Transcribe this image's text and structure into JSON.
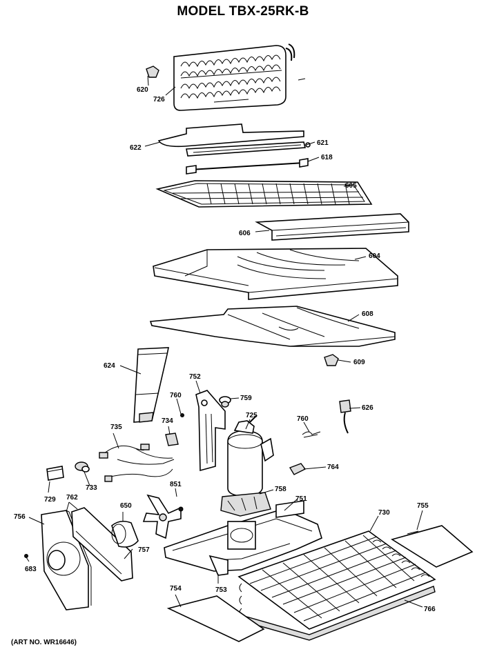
{
  "title": "MODEL TBX-25RK-B",
  "art_number": "(ART NO. WR16646)",
  "callouts": [
    {
      "id": "620",
      "label": "620"
    },
    {
      "id": "726",
      "label": "726"
    },
    {
      "id": "622",
      "label": "622"
    },
    {
      "id": "621",
      "label": "621"
    },
    {
      "id": "618",
      "label": "618"
    },
    {
      "id": "605",
      "label": "605"
    },
    {
      "id": "606",
      "label": "606"
    },
    {
      "id": "604",
      "label": "604"
    },
    {
      "id": "608",
      "label": "608"
    },
    {
      "id": "609",
      "label": "609"
    },
    {
      "id": "624",
      "label": "624"
    },
    {
      "id": "752",
      "label": "752"
    },
    {
      "id": "760a",
      "label": "760"
    },
    {
      "id": "759",
      "label": "759"
    },
    {
      "id": "725",
      "label": "725"
    },
    {
      "id": "760b",
      "label": "760"
    },
    {
      "id": "626",
      "label": "626"
    },
    {
      "id": "735",
      "label": "735"
    },
    {
      "id": "734",
      "label": "734"
    },
    {
      "id": "764",
      "label": "764"
    },
    {
      "id": "729",
      "label": "729"
    },
    {
      "id": "733",
      "label": "733"
    },
    {
      "id": "758",
      "label": "758"
    },
    {
      "id": "751",
      "label": "751"
    },
    {
      "id": "762",
      "label": "762"
    },
    {
      "id": "851",
      "label": "851"
    },
    {
      "id": "650",
      "label": "650"
    },
    {
      "id": "730",
      "label": "730"
    },
    {
      "id": "755",
      "label": "755"
    },
    {
      "id": "756",
      "label": "756"
    },
    {
      "id": "757",
      "label": "757"
    },
    {
      "id": "683",
      "label": "683"
    },
    {
      "id": "753",
      "label": "753"
    },
    {
      "id": "754",
      "label": "754"
    },
    {
      "id": "766",
      "label": "766"
    }
  ]
}
